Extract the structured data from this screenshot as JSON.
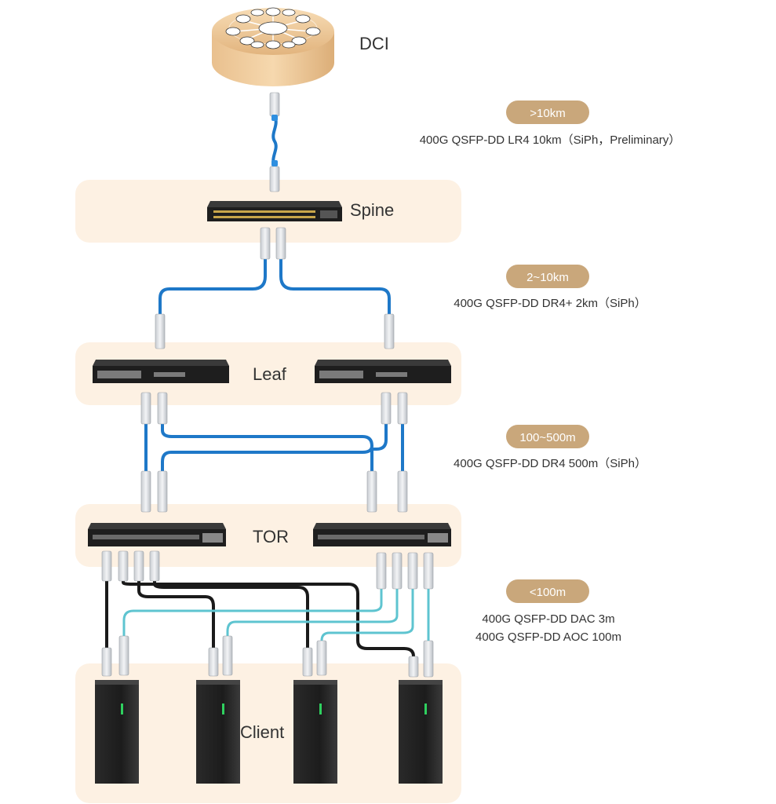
{
  "tiers": {
    "dci": "DCI",
    "spine": "Spine",
    "leaf": "Leaf",
    "tor": "TOR",
    "client": "Client"
  },
  "links": [
    {
      "distance": ">10km",
      "lines": [
        "400G QSFP-DD LR4 10km（SiPh，Preliminary）"
      ]
    },
    {
      "distance": "2~10km",
      "lines": [
        "400G QSFP-DD DR4+ 2km（SiPh）"
      ]
    },
    {
      "distance": "100~500m",
      "lines": [
        "400G QSFP-DD DR4 500m（SiPh）"
      ]
    },
    {
      "distance": "<100m",
      "lines": [
        "400G QSFP-DD DAC 3m",
        "400G QSFP-DD AOC 100m"
      ]
    }
  ],
  "colors": {
    "tier_band": "#fdf1e3",
    "pill": "#c9a77b",
    "fiber_blue": "#1e78c8",
    "aoc_cyan": "#5ec4d0",
    "dac_black": "#1a1a1a",
    "equipment": "#1e1e1e"
  }
}
